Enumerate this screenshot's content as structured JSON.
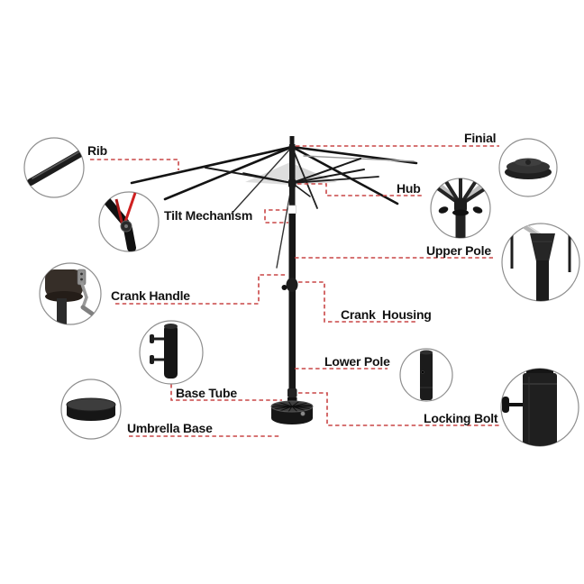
{
  "diagram": {
    "labels": {
      "rib": "Rib",
      "tilt_mechanism": "Tilt Mechanism",
      "crank_handle": "Crank Handle",
      "base_tube": "Base Tube",
      "umbrella_base": "Umbrella Base",
      "finial": "Finial",
      "hub": "Hub",
      "upper_pole": "Upper Pole",
      "crank_housing": "Crank  Housing",
      "lower_pole": "Lower Pole",
      "locking_bolt": "Locking Bolt"
    },
    "colors": {
      "connector": "#c94646",
      "label_text": "#121212",
      "background": "#ffffff",
      "frame": "#161616",
      "tilt_strap_red": "#cf2020"
    }
  }
}
